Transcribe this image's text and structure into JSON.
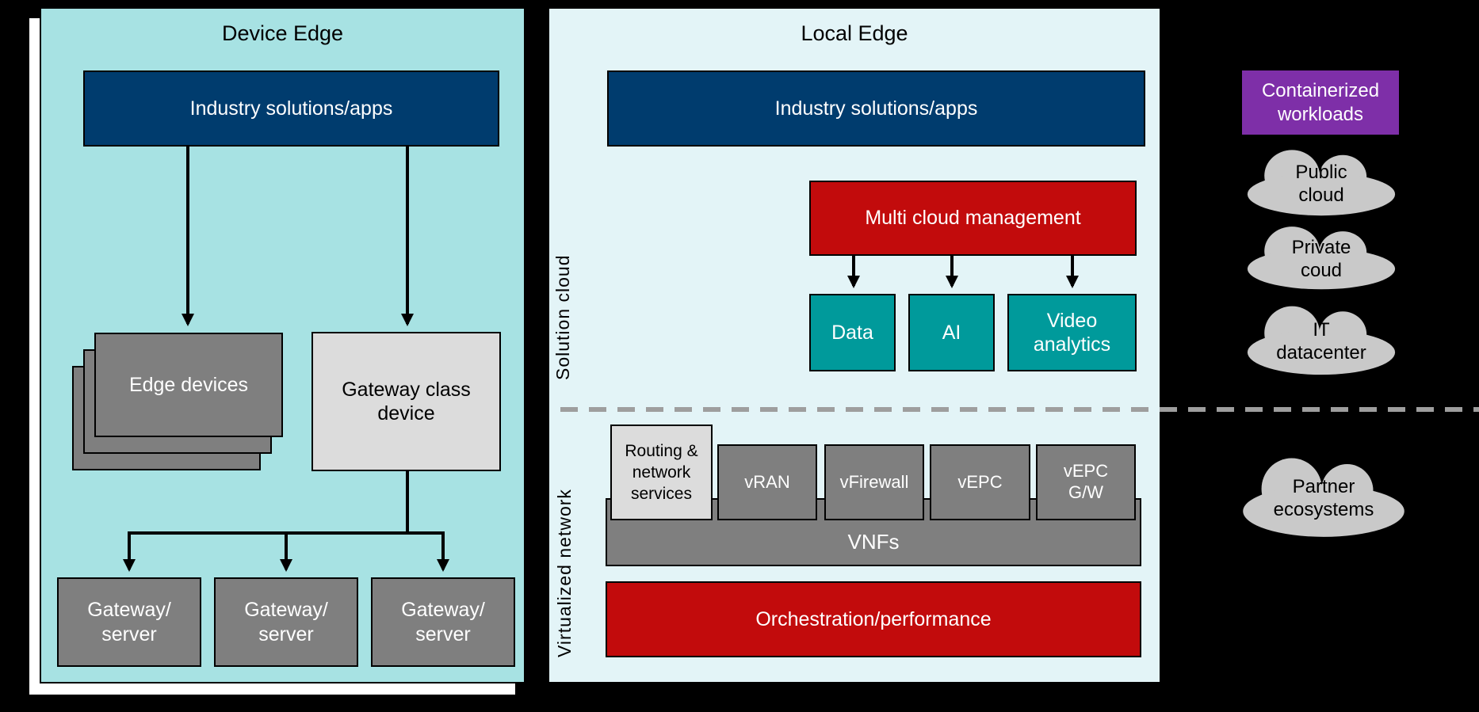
{
  "device_edge": {
    "title": "Device Edge",
    "industry_box": "Industry solutions/apps",
    "edge_devices": "Edge devices",
    "gateway_class": "Gateway class\ndevice",
    "gateway_servers": [
      "Gateway/\nserver",
      "Gateway/\nserver",
      "Gateway/\nserver"
    ]
  },
  "local_edge": {
    "title": "Local Edge",
    "industry_box": "Industry solutions/apps",
    "multi_cloud": "Multi cloud management",
    "solution_cloud_label": "Solution cloud",
    "virtualized_label": "Virtualized network",
    "teal_boxes": [
      "Data",
      "AI",
      "Video\nanalytics"
    ],
    "routing_box": "Routing &\nnetwork\nservices",
    "vnf_boxes": [
      "vRAN",
      "vFirewall",
      "vEPC",
      "vEPC\nG/W"
    ],
    "vnfs_bar": "VNFs",
    "orchestration": "Orchestration/performance"
  },
  "right_column": {
    "containerized": "Containerized\nworkloads",
    "clouds": [
      "Public\ncloud",
      "Private\ncoud",
      "IT\ndatacenter",
      "Partner\necosystems"
    ]
  },
  "colors": {
    "background": "#000000",
    "device_panel": "#a7e2e3",
    "local_panel": "#e3f4f7",
    "navy": "#003c6e",
    "red": "#c20b0c",
    "teal": "#009a9b",
    "purple": "#7e2fa8",
    "gray": "#7f7f7f",
    "light_gray": "#dcdcdc",
    "cloud_gray": "#c9c9c9",
    "dash_gray": "#9e9e9e",
    "shadow_sheet": "#ffffff"
  }
}
